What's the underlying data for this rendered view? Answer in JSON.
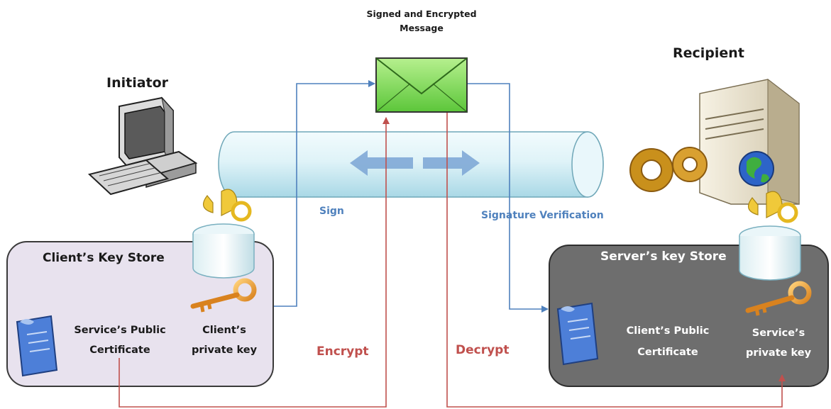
{
  "title_message": [
    "Signed and Encrypted",
    "Message"
  ],
  "initiator": "Initiator",
  "recipient": "Recipient",
  "client_store": {
    "title": "Client’s Key Store",
    "cert_label": [
      "Service’s Public",
      "Certificate"
    ],
    "key_label": [
      "Client’s",
      "private key"
    ]
  },
  "server_store": {
    "title": "Server’s key Store",
    "cert_label": [
      "Client’s Public",
      "Certificate"
    ],
    "key_label": [
      "Service’s",
      "private key"
    ]
  },
  "flows": {
    "sign": "Sign",
    "verify": "Signature Verification",
    "encrypt": "Encrypt",
    "decrypt": "Decrypt"
  },
  "colors": {
    "blue_line": "#4f81bd",
    "red_line": "#c0504d",
    "client_box": "#e8e2ee",
    "server_box": "#6e6e6e",
    "envelope": "#7ed957"
  }
}
